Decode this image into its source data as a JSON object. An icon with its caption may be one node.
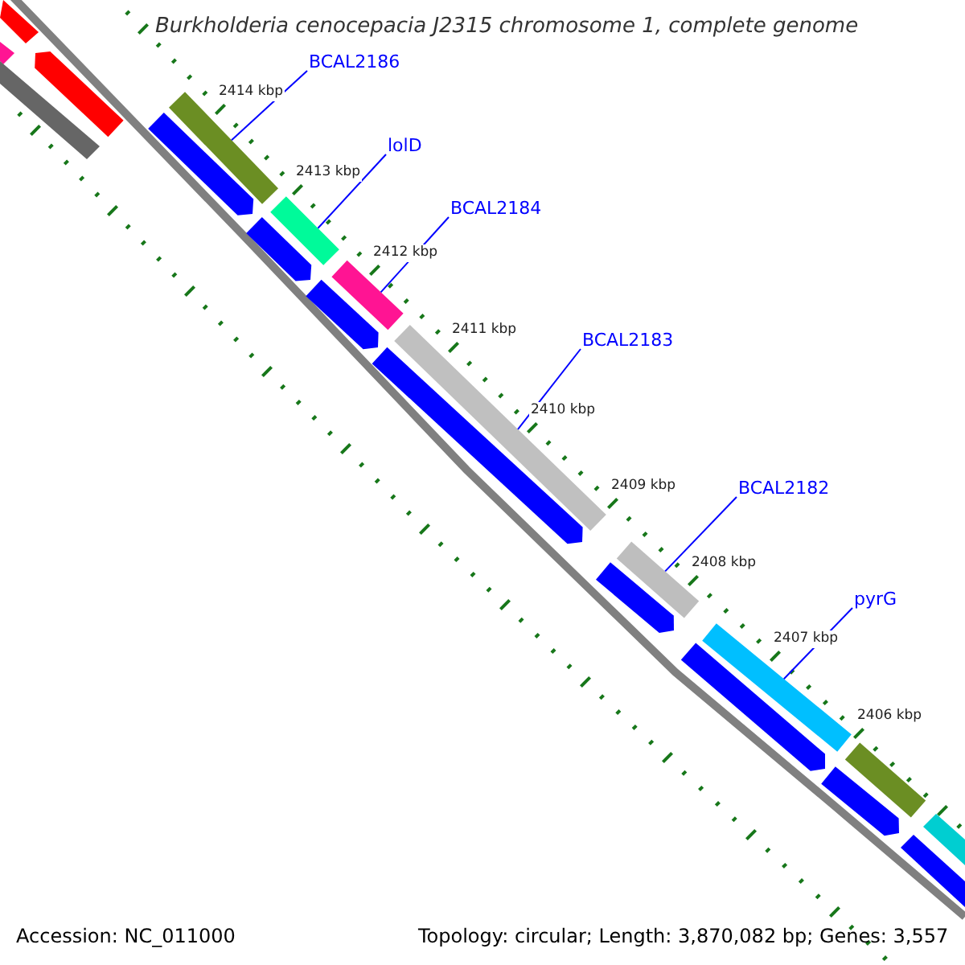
{
  "diagram": {
    "title": "Burkholderia cenocepacia J2315 chromosome 1, complete genome",
    "nodes": [
      {
        "text": [
          "BCAL2186"
        ]
      },
      {
        "text": [
          "lolD"
        ]
      },
      {
        "text": [
          "BCAL2184"
        ]
      },
      {
        "text": [
          "BCAL2183"
        ]
      },
      {
        "text": [
          "BCAL2182"
        ]
      },
      {
        "text": [
          "pyrG"
        ]
      },
      {
        "text": [],
        "shape": "bar"
      },
      {
        "text": [],
        "shape": "bar"
      },
      {
        "text": [],
        "shape": "arrow"
      },
      {
        "text": [],
        "shape": "bar"
      },
      {
        "text": [],
        "shape": "bar"
      },
      {
        "text": [],
        "shape": "arrow"
      },
      {
        "text": [],
        "shape": "bar"
      },
      {
        "text": [],
        "shape": "arrow"
      },
      {
        "text": [],
        "shape": "bar"
      },
      {
        "text": [],
        "shape": "arrow"
      },
      {
        "text": [],
        "shape": "bar"
      },
      {
        "text": [],
        "shape": "arrow"
      },
      {
        "text": [],
        "shape": "bar"
      },
      {
        "text": [],
        "shape": "arrow"
      },
      {
        "text": [],
        "shape": "bar"
      },
      {
        "text": [],
        "shape": "arrow"
      },
      {
        "text": [],
        "shape": "bar"
      },
      {
        "text": [],
        "shape": "arrow"
      },
      {
        "text": [],
        "shape": "bar"
      },
      {
        "text": [],
        "shape": "bar"
      }
    ],
    "edges": [
      {
        "from": 0,
        "to": 10,
        "arrow": "none"
      },
      {
        "from": 1,
        "to": 12,
        "arrow": "none"
      },
      {
        "from": 2,
        "to": 14,
        "arrow": "none"
      },
      {
        "from": 3,
        "to": 16,
        "arrow": "none"
      },
      {
        "from": 4,
        "to": 18,
        "arrow": "none"
      },
      {
        "from": 5,
        "to": 20,
        "arrow": "none"
      }
    ],
    "labels": [
      "2414 kbp",
      "2413 kbp",
      "2412 kbp",
      "2411 kbp",
      "2410 kbp",
      "2409 kbp",
      "2408 kbp",
      "2407 kbp",
      "2406 kbp",
      "Accession: NC_011000",
      "Topology: circular; Length: 3,870,082 bp; Genes: 3,557"
    ]
  }
}
